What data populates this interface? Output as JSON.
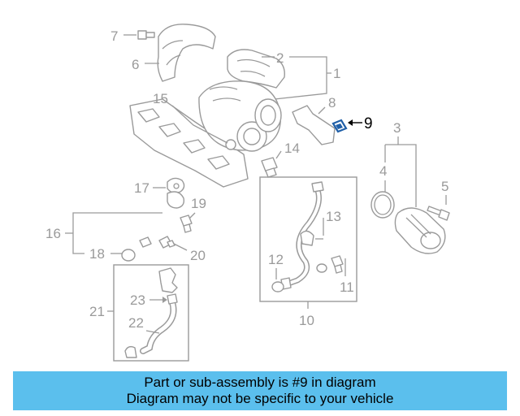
{
  "diagram": {
    "highlight_color": "#1f5fa8",
    "part_color": "#9a9a9a",
    "labels": {
      "l1": "1",
      "l2": "2",
      "l3": "3",
      "l4": "4",
      "l5": "5",
      "l6": "6",
      "l7": "7",
      "l8": "8",
      "l9": "9",
      "l10": "10",
      "l11": "11",
      "l12": "12",
      "l13": "13",
      "l14": "14",
      "l15": "15",
      "l16": "16",
      "l17": "17",
      "l18": "18",
      "l19": "19",
      "l20": "20",
      "l21": "21",
      "l22": "22",
      "l23": "23"
    }
  },
  "banner": {
    "color": "#5bbfed",
    "line1": "Part or sub-assembly is #9 in diagram",
    "line2": "Diagram may not be specific to your vehicle"
  }
}
